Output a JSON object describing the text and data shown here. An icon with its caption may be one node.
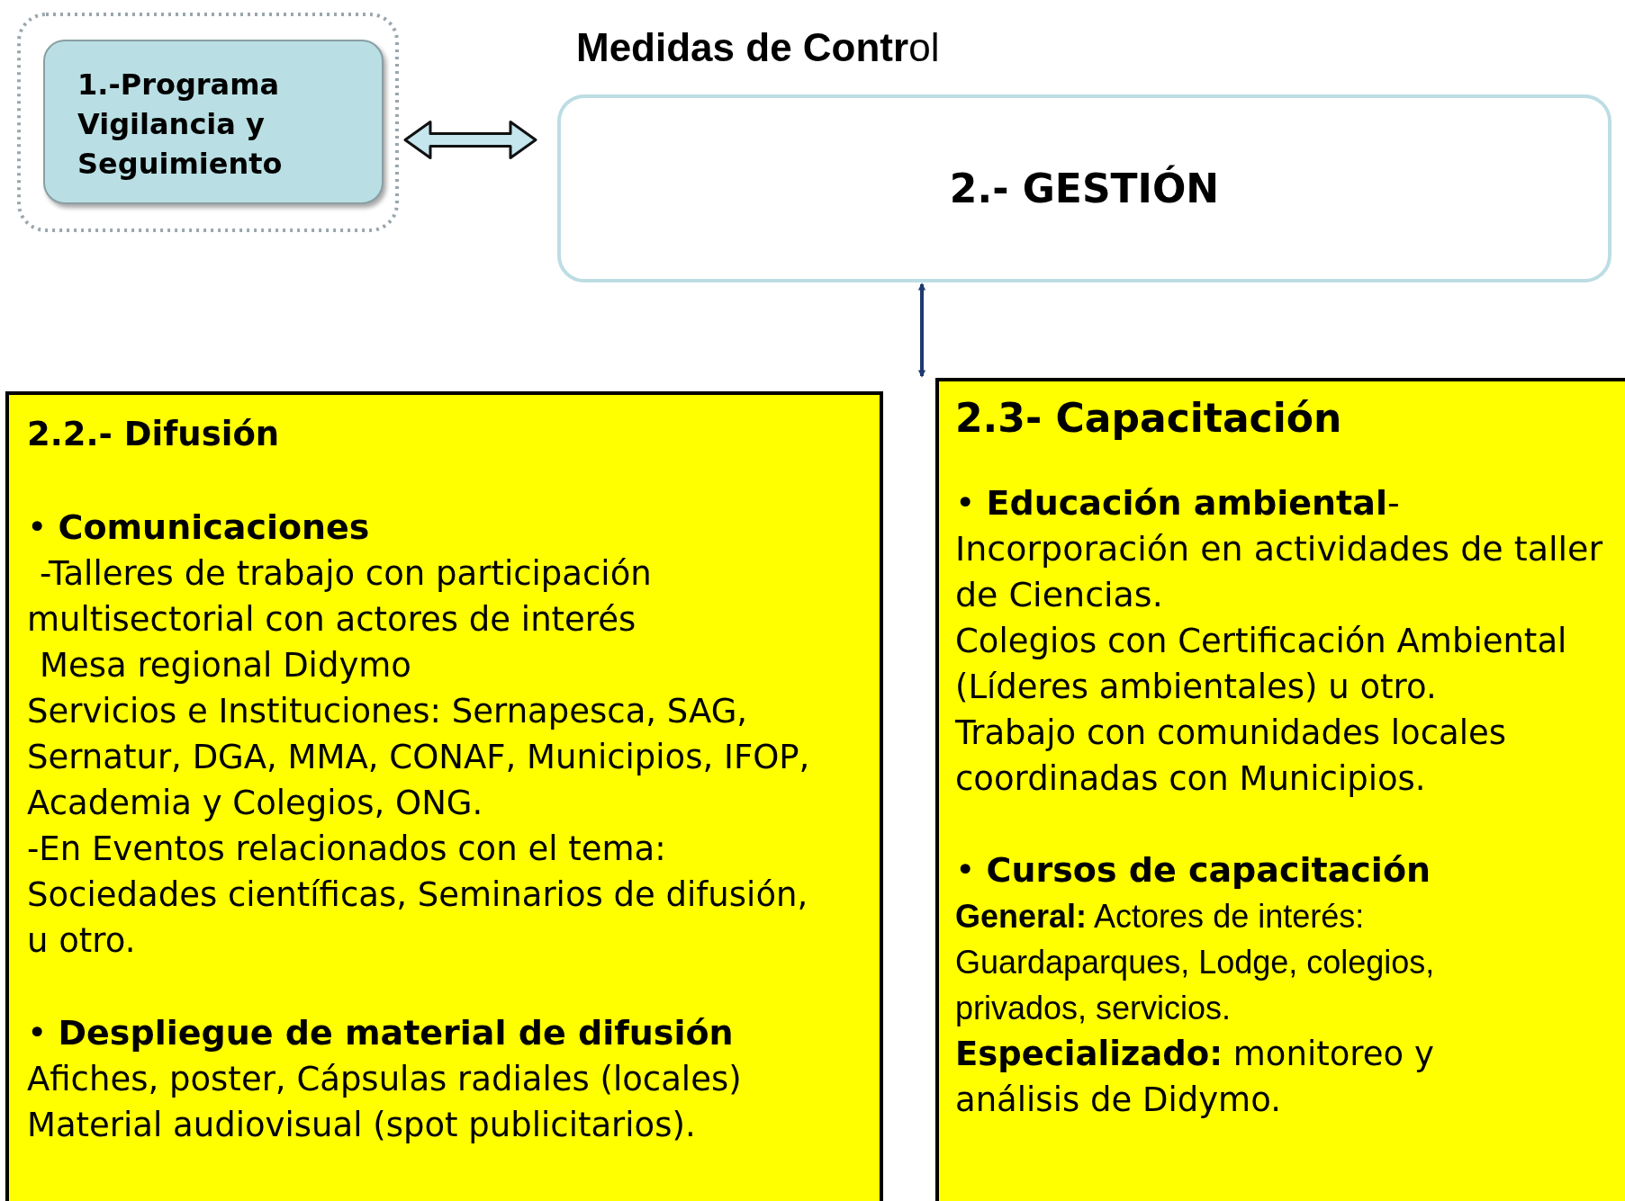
{
  "diagram": {
    "title": "**Medidas de Contr**ol",
    "nodes": [
      {
        "text": [
          "1.-Programa Vigilancia y Seguimiento"
        ]
      },
      {
        "text": [
          "2.- GESTIÓN"
        ]
      },
      {
        "text": [
          "2.2.- Difusión",
          "• **Comunicaciones**",
          "-Talleres de trabajo con participación multisectorial con actores de interés",
          "Mesa regional Didymo",
          "Servicios e Instituciones: Sernapesca, SAG, Sernatur, DGA, MMA, CONAF, Municipios, IFOP, Academia y Colegios, ONG.",
          "-En Eventos relacionados con el tema: Sociedades científicas, Seminarios de difusión, u otro.",
          "• **Despliegue de material de difusión**",
          "Afiches, poster, Cápsulas radiales (locales)",
          "Material audiovisual (spot publicitarios)."
        ]
      },
      {
        "text": [
          "2.3- Capacitación",
          "•  **Educación ambiental**- Incorporación en actividades de taller de Ciencias.",
          "Colegios con Certificación Ambiental (Líderes ambientales) u otro.",
          "Trabajo con comunidades locales coordinadas con Municipios.",
          "•  **Cursos de capacitación**",
          "**General:** Actores de interés: Guardaparques, Lodge, colegios, privados, servicios.",
          "**Especializado:** monitoreo y análisis de Didymo."
        ]
      }
    ],
    "edges": [
      {
        "from": 0,
        "to": 1,
        "arrow": "both",
        "style": "thick",
        "color": "#c4e6ec"
      },
      {
        "from": 1,
        "to": 3,
        "arrow": "both",
        "color": "#1f3a6e"
      }
    ]
  }
}
